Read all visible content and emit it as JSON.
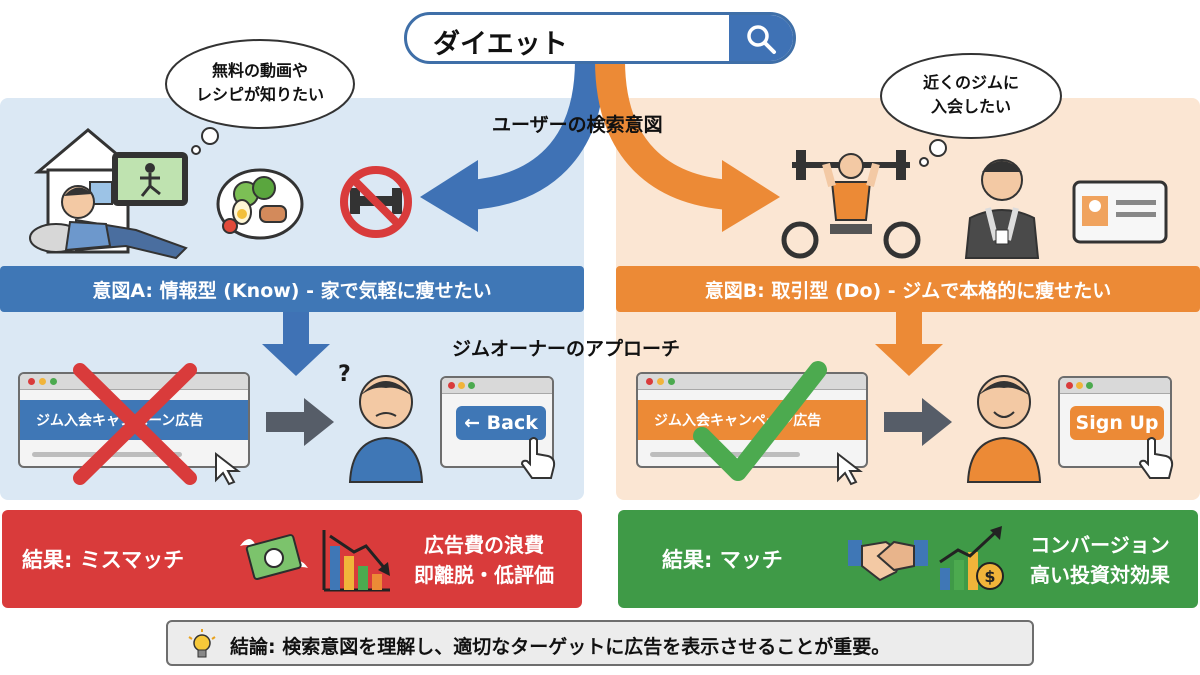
{
  "search": {
    "query": "ダイエット"
  },
  "header": {
    "title": "ユーザーの検索意図",
    "subtitle": "ジムオーナーのアプローチ"
  },
  "intent_a": {
    "thought": [
      "無料の動画や",
      "レシピが知りたい"
    ],
    "band": "意図A: 情報型 (Know) - 家で気軽に痩せたい",
    "ad_label": "ジム入会キャンペーン広告",
    "question_mark": "?",
    "action_button": "← Back",
    "result_title": "結果: ミスマッチ",
    "result_lines": [
      "広告費の浪費",
      "即離脱・低評価"
    ],
    "accent": "#3f77b6",
    "result_color": "#d93b3b"
  },
  "intent_b": {
    "thought": [
      "近くのジムに",
      "入会したい"
    ],
    "band": "意図B: 取引型 (Do) - ジムで本格的に痩せたい",
    "ad_label": "ジム入会キャンペーン広告",
    "action_button": "Sign Up",
    "result_title": "結果: マッチ",
    "result_lines": [
      "コンバージョン",
      "高い投資対効果"
    ],
    "accent": "#ec8a36",
    "result_color": "#3f9a47"
  },
  "conclusion": {
    "text": "結論: 検索意図を理解し、適切なターゲットに広告を表示させることが重要。"
  },
  "icons": [
    "search-icon",
    "house-icon",
    "tablet-video-icon",
    "salad-bowl-icon",
    "no-dumbbell-icon",
    "weightlifter-icon",
    "trainer-icon",
    "member-card-icon",
    "cross-mark-icon",
    "check-mark-icon",
    "cursor-icon",
    "pointing-hand-icon",
    "flying-money-icon",
    "declining-chart-icon",
    "handshake-icon",
    "growth-chart-icon",
    "lightbulb-icon"
  ]
}
